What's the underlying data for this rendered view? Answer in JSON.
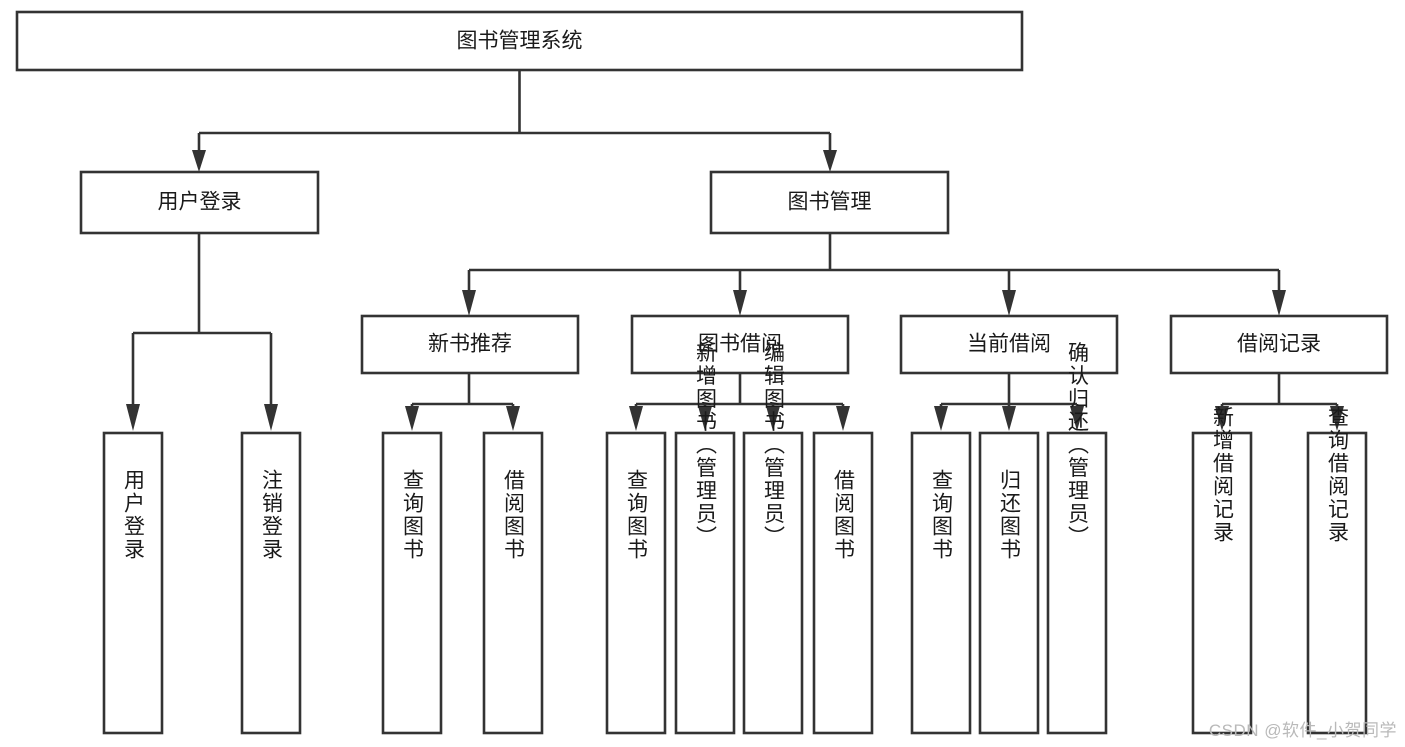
{
  "diagram": {
    "title": "图书管理系统",
    "type": "hierarchy-tree",
    "watermark": "CSDN @软件_小贺同学",
    "colors": {
      "stroke": "#333333",
      "fill": "#ffffff",
      "text": "#1a1a1a",
      "watermark": "#b9b9b9"
    },
    "nodes": {
      "root": {
        "label": "图书管理系统",
        "orientation": "horizontal"
      },
      "level2": [
        {
          "id": "user-login",
          "label": "用户登录",
          "orientation": "horizontal"
        },
        {
          "id": "book-manage",
          "label": "图书管理",
          "orientation": "horizontal"
        }
      ],
      "level3": [
        {
          "id": "new-book-rec",
          "label": "新书推荐",
          "orientation": "horizontal",
          "parent": "book-manage"
        },
        {
          "id": "book-borrow",
          "label": "图书借阅",
          "orientation": "horizontal",
          "parent": "book-manage"
        },
        {
          "id": "current-borrow",
          "label": "当前借阅",
          "orientation": "horizontal",
          "parent": "book-manage"
        },
        {
          "id": "borrow-record",
          "label": "借阅记录",
          "orientation": "horizontal",
          "parent": "book-manage"
        }
      ],
      "leaves": [
        {
          "id": "leaf-user-login",
          "label": "用户登录",
          "orientation": "vertical",
          "parent": "user-login"
        },
        {
          "id": "leaf-logout",
          "label": "注销登录",
          "orientation": "vertical",
          "parent": "user-login"
        },
        {
          "id": "leaf-query-book-1",
          "label": "查询图书",
          "orientation": "vertical",
          "parent": "new-book-rec"
        },
        {
          "id": "leaf-borrow-book-1",
          "label": "借阅图书",
          "orientation": "vertical",
          "parent": "new-book-rec"
        },
        {
          "id": "leaf-query-book-2",
          "label": "查询图书",
          "orientation": "vertical",
          "parent": "book-borrow"
        },
        {
          "id": "leaf-add-book",
          "label": "新增图书（管理员）",
          "orientation": "vertical",
          "parent": "book-borrow"
        },
        {
          "id": "leaf-edit-book",
          "label": "编辑图书（管理员）",
          "orientation": "vertical",
          "parent": "book-borrow"
        },
        {
          "id": "leaf-borrow-book-2",
          "label": "借阅图书",
          "orientation": "vertical",
          "parent": "book-borrow"
        },
        {
          "id": "leaf-query-book-3",
          "label": "查询图书",
          "orientation": "vertical",
          "parent": "current-borrow"
        },
        {
          "id": "leaf-return-book",
          "label": "归还图书",
          "orientation": "vertical",
          "parent": "current-borrow"
        },
        {
          "id": "leaf-confirm-return",
          "label": "确认归还（管理员）",
          "orientation": "vertical",
          "parent": "current-borrow"
        },
        {
          "id": "leaf-add-record",
          "label": "新增借阅记录",
          "orientation": "vertical",
          "parent": "borrow-record"
        },
        {
          "id": "leaf-query-record",
          "label": "查询借阅记录",
          "orientation": "vertical",
          "parent": "borrow-record"
        }
      ]
    }
  },
  "chart_data": {
    "type": "table",
    "title": "图书管理系统",
    "categories": [
      "用户登录",
      "图书管理"
    ],
    "series": [
      {
        "name": "用户登录",
        "values": [
          "用户登录",
          "注销登录"
        ]
      },
      {
        "name": "新书推荐",
        "values": [
          "查询图书",
          "借阅图书"
        ]
      },
      {
        "name": "图书借阅",
        "values": [
          "查询图书",
          "新增图书（管理员）",
          "编辑图书（管理员）",
          "借阅图书"
        ]
      },
      {
        "name": "当前借阅",
        "values": [
          "查询图书",
          "归还图书",
          "确认归还（管理员）"
        ]
      },
      {
        "name": "借阅记录",
        "values": [
          "新增借阅记录",
          "查询借阅记录"
        ]
      }
    ]
  }
}
